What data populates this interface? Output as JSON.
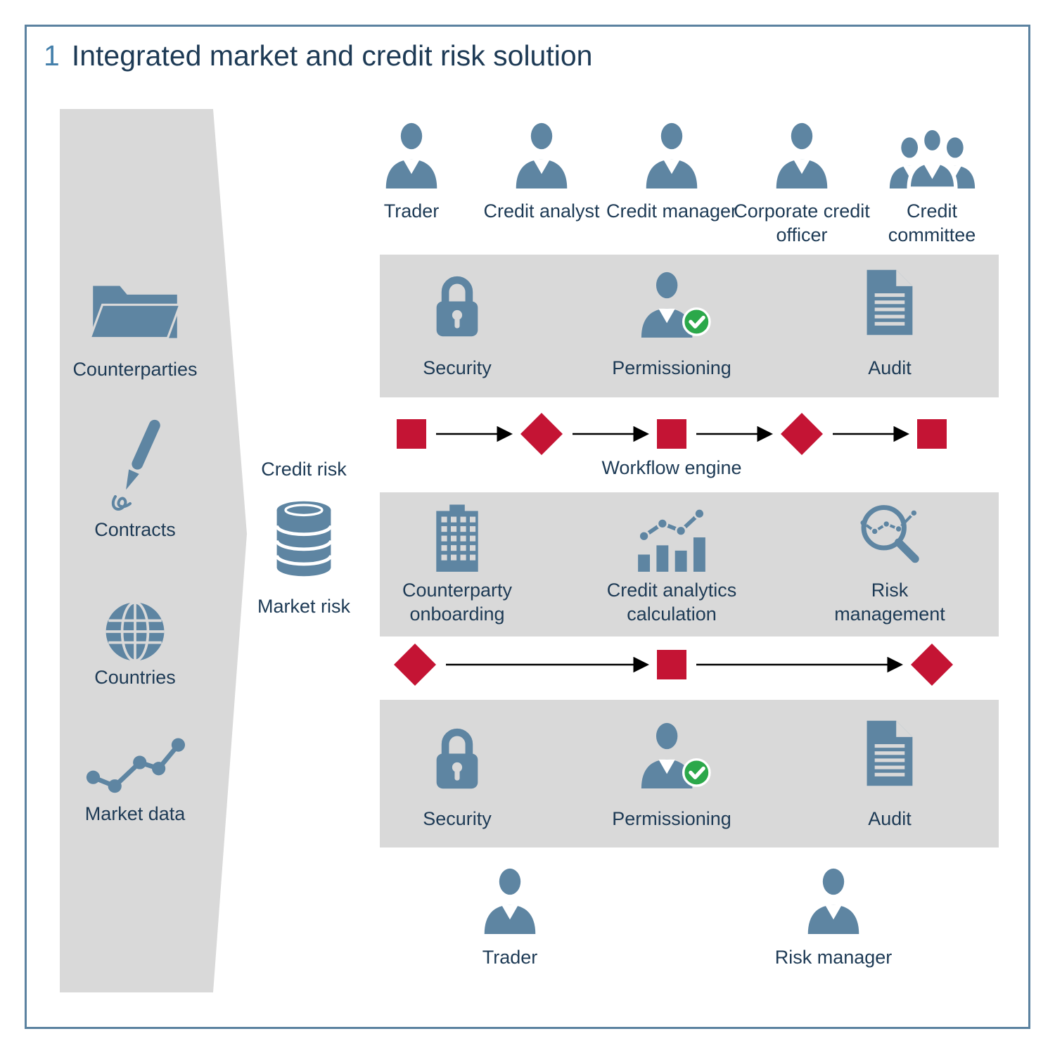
{
  "title": {
    "number": "1",
    "text": "Integrated market and credit risk solution"
  },
  "colors": {
    "icon_blue": "#5e85a2",
    "band_gray": "#d9d9d9",
    "workflow_red": "#c41434",
    "check_green": "#2ba84a",
    "text_dark": "#1d3a55",
    "frame_blue": "#5b82a0",
    "title_number_blue": "#4580ab"
  },
  "left_panel": {
    "items": [
      {
        "icon": "folder-icon",
        "label": "Counterparties"
      },
      {
        "icon": "pen-icon",
        "label": "Contracts"
      },
      {
        "icon": "globe-icon",
        "label": "Countries"
      },
      {
        "icon": "market-data-icon",
        "label": "Market data"
      }
    ]
  },
  "database": {
    "icon": "database-icon",
    "label_top": "Credit risk",
    "label_bottom": "Market risk"
  },
  "top_actors": [
    {
      "icon": "person-icon",
      "label": "Trader"
    },
    {
      "icon": "person-icon",
      "label": "Credit analyst"
    },
    {
      "icon": "person-icon",
      "label": "Credit manager"
    },
    {
      "icon": "person-icon",
      "label": "Corporate credit officer"
    },
    {
      "icon": "people-group-icon",
      "label": "Credit committee"
    }
  ],
  "security_band_top": {
    "items": [
      {
        "icon": "lock-icon",
        "label": "Security"
      },
      {
        "icon": "person-check-icon",
        "label": "Permissioning"
      },
      {
        "icon": "document-icon",
        "label": "Audit"
      }
    ]
  },
  "workflow": {
    "label": "Workflow engine",
    "shapes_top_row": [
      "square",
      "diamond",
      "square",
      "diamond",
      "square"
    ],
    "shapes_bottom_row": [
      "diamond",
      "square",
      "diamond"
    ]
  },
  "services_band": {
    "items": [
      {
        "icon": "building-icon",
        "label": "Counterparty onboarding"
      },
      {
        "icon": "analytics-icon",
        "label": "Credit analytics calculation"
      },
      {
        "icon": "risk-search-icon",
        "label": "Risk management"
      }
    ]
  },
  "security_band_bottom": {
    "items": [
      {
        "icon": "lock-icon",
        "label": "Security"
      },
      {
        "icon": "person-check-icon",
        "label": "Permissioning"
      },
      {
        "icon": "document-icon",
        "label": "Audit"
      }
    ]
  },
  "bottom_actors": [
    {
      "icon": "person-icon",
      "label": "Trader"
    },
    {
      "icon": "person-icon",
      "label": "Risk manager"
    }
  ]
}
